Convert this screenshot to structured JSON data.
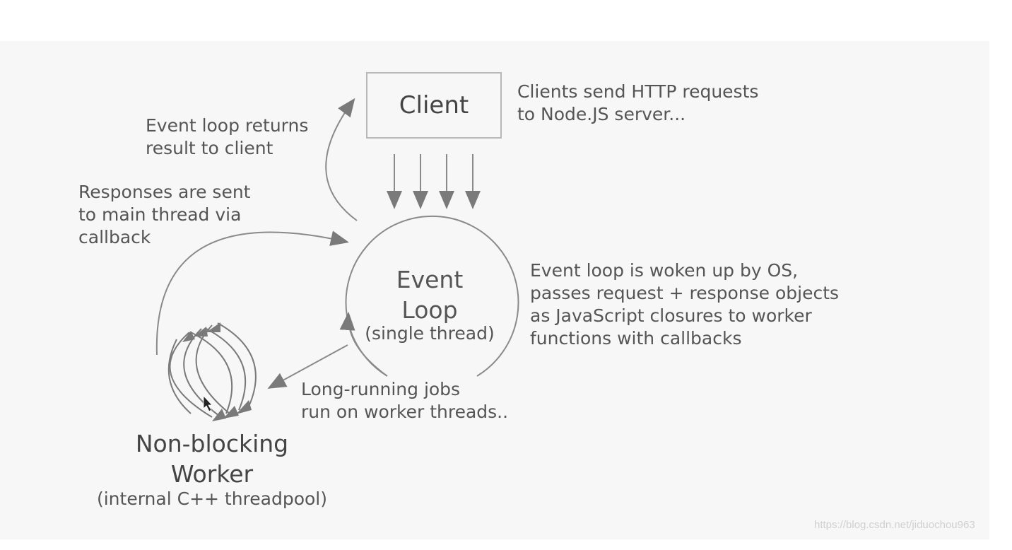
{
  "client_label": "Client",
  "clients_note": "Clients send HTTP requests\nto Node.JS server...",
  "returns_note": "Event loop returns\nresult to client",
  "responses_note": "Responses are sent\nto main thread via\ncallback",
  "event_loop": {
    "title": "Event\nLoop",
    "subtitle": "(single thread)"
  },
  "woken_note": "Event loop is woken up by OS,\npasses request + response objects\nas JavaScript closures to worker\nfunctions with callbacks",
  "longrunning_note": "Long-running jobs\nrun on worker threads..",
  "worker": {
    "title": "Non-blocking\nWorker",
    "subtitle": "(internal C++ threadpool)"
  },
  "watermark": "https://blog.csdn.net/jiduochou963",
  "colors": {
    "stroke": "#777777",
    "text": "#555555"
  }
}
